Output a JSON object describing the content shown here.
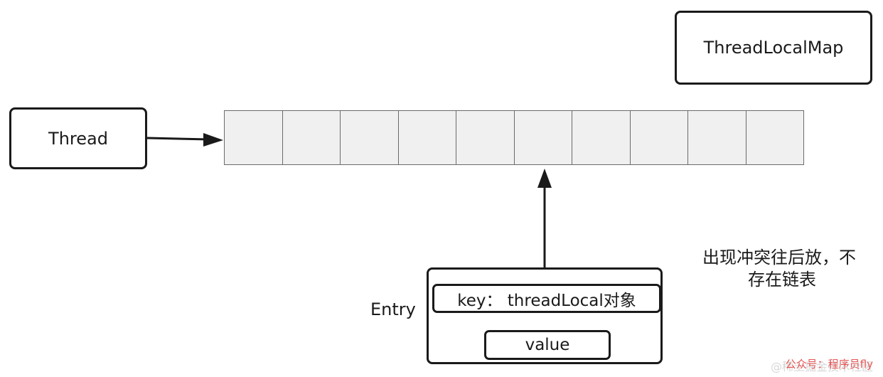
{
  "diagram": {
    "thread_label": "Thread",
    "map_label": "ThreadLocalMap",
    "array_cell_count": 10,
    "entry_label": "Entry",
    "key_label": "key： threadLocal对象",
    "value_label": "value",
    "note_line1": "出现冲突往后放，不",
    "note_line2": "存在链表"
  },
  "watermark": {
    "text": "@稀土掘金技术社区",
    "source": "公众号：程序员fly"
  },
  "colors": {
    "stroke": "#1a1a1a",
    "cell_fill": "#f0f0f0",
    "watermark_red": "#e55555"
  }
}
